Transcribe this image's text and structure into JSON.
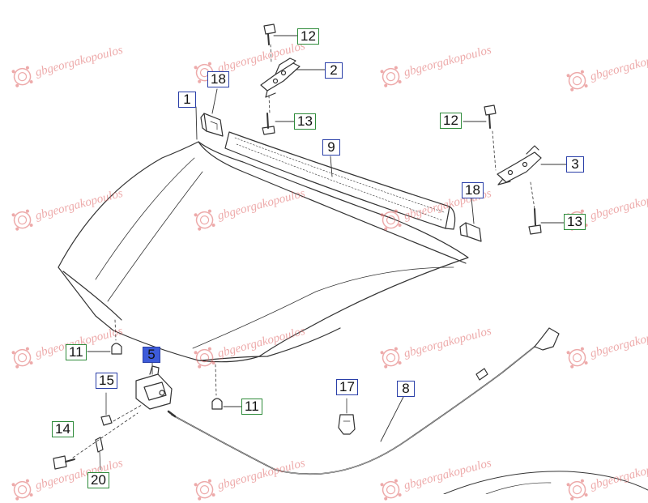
{
  "watermark": {
    "text": "gbgeorgakopoulos",
    "color": "#e06666"
  },
  "colors": {
    "line": "#333333",
    "callout_border": "#2a3fa8",
    "callout_border_green": "#2e8b3a",
    "callout_selected_fill": "#3d5bd9"
  },
  "callouts": {
    "c1": "1",
    "c2": "2",
    "c3": "3",
    "c5": "5",
    "c8": "8",
    "c9": "9",
    "c11a": "11",
    "c11b": "11",
    "c12a": "12",
    "c12b": "12",
    "c13a": "13",
    "c13b": "13",
    "c14": "14",
    "c15": "15",
    "c17": "17",
    "c18a": "18",
    "c18b": "18",
    "c20": "20"
  }
}
